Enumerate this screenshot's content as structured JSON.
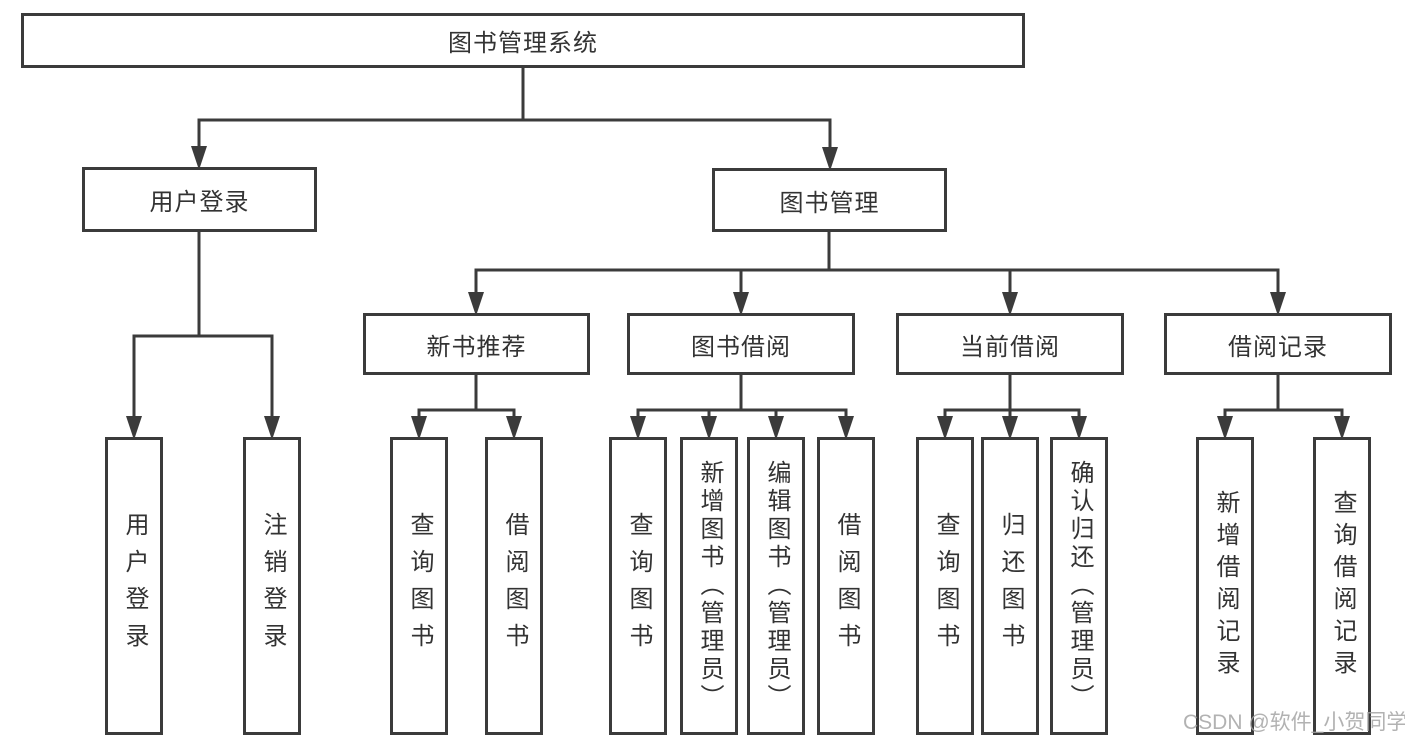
{
  "tree": {
    "root": {
      "label": "图书管理系统"
    },
    "branches": [
      {
        "label": "用户登录",
        "children": [
          {
            "label": "用户登录"
          },
          {
            "label": "注销登录"
          }
        ]
      },
      {
        "label": "图书管理",
        "children": [
          {
            "label": "新书推荐",
            "children": [
              {
                "label": "查询图书"
              },
              {
                "label": "借阅图书"
              }
            ]
          },
          {
            "label": "图书借阅",
            "children": [
              {
                "label": "查询图书"
              },
              {
                "label": "新增图书（管理员）"
              },
              {
                "label": "编辑图书（管理员）"
              },
              {
                "label": "借阅图书"
              }
            ]
          },
          {
            "label": "当前借阅",
            "children": [
              {
                "label": "查询图书"
              },
              {
                "label": "归还图书"
              },
              {
                "label": "确认归还（管理员）"
              }
            ]
          },
          {
            "label": "借阅记录",
            "children": [
              {
                "label": "新增借阅记录"
              },
              {
                "label": "查询借阅记录"
              }
            ]
          }
        ]
      }
    ]
  },
  "watermark": {
    "text": "CSDN @软件_小贺同学"
  },
  "colors": {
    "line": "#3b3b3b",
    "box_border": "#3b3b3b",
    "text": "#333333",
    "watermark": "#a4a4a4",
    "background": "#ffffff"
  }
}
